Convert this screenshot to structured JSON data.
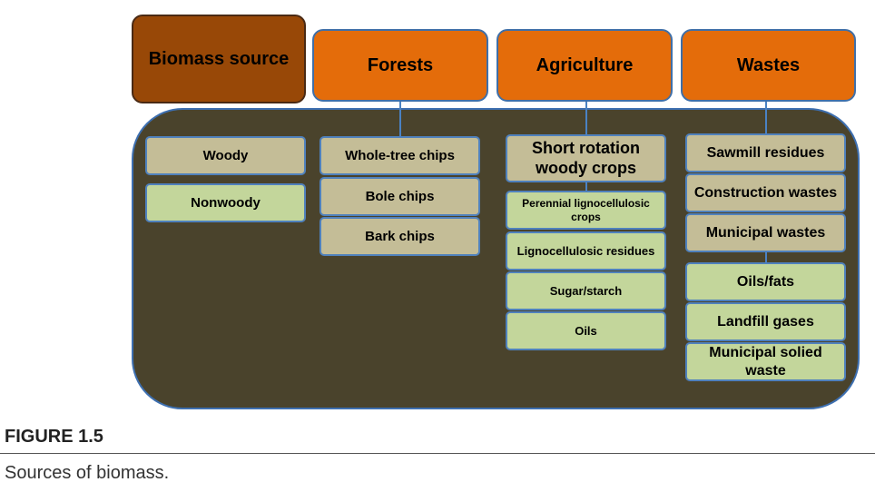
{
  "headers": {
    "source": "Biomass source",
    "forests": "Forests",
    "agriculture": "Agriculture",
    "wastes": "Wastes"
  },
  "source_items": [
    "Woody",
    "Nonwoody"
  ],
  "forest_items": [
    "Whole-tree chips",
    "Bole chips",
    "Bark chips"
  ],
  "agriculture_items": [
    "Short rotation woody crops",
    "Perennial lignocellulosic crops",
    "Lignocellulosic residues",
    "Sugar/starch",
    "Oils"
  ],
  "waste_items": [
    "Sawmill residues",
    "Construction wastes",
    "Municipal wastes",
    "Oils/fats",
    "Landfill gases",
    "Municipal solied waste"
  ],
  "colors": {
    "source_header": "#984807",
    "category_header": "#e46c0a",
    "panel": "#4a432c",
    "woody": "#c4bd97",
    "nonwoody": "#c3d69b",
    "border": "#4f81bd"
  },
  "figure": {
    "label": "FIGURE 1.5",
    "caption": "Sources of biomass."
  }
}
